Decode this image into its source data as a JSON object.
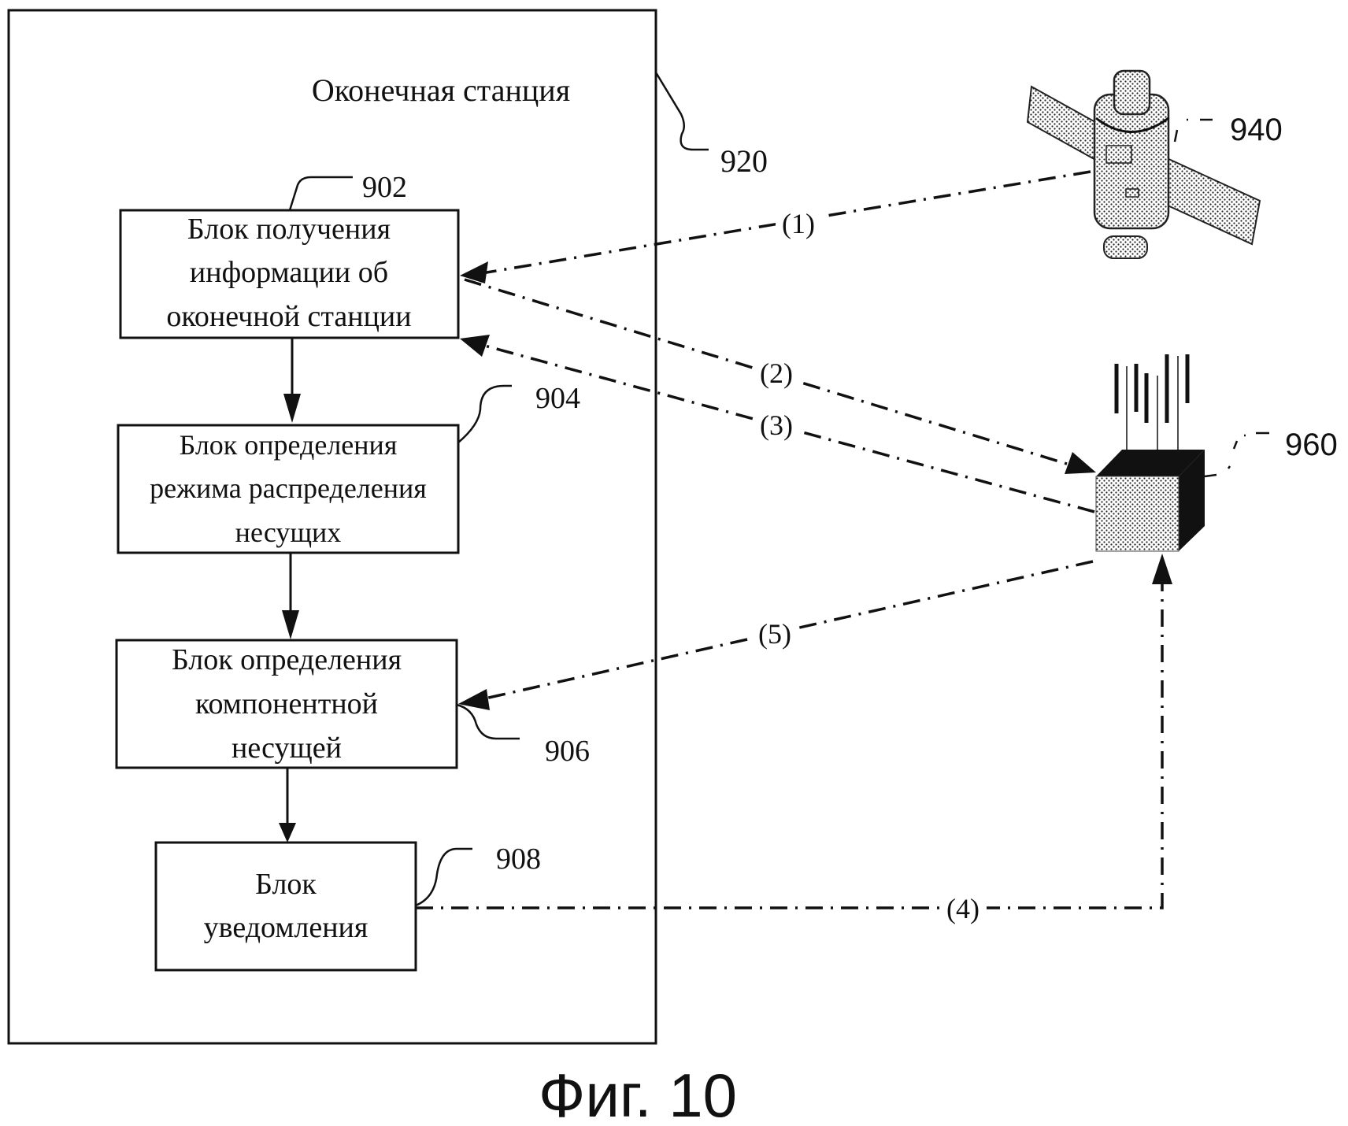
{
  "figure": {
    "caption": "Фиг. 10"
  },
  "terminal": {
    "title": "Оконечная станция",
    "ref": "920"
  },
  "blocks": [
    {
      "ref": "902",
      "lines": [
        "Блок получения",
        "информации об",
        "оконечной станции"
      ]
    },
    {
      "ref": "904",
      "lines": [
        "Блок определения",
        "режима распределения",
        "несущих"
      ]
    },
    {
      "ref": "906",
      "lines": [
        "Блок определения",
        "компонентной",
        "несущей"
      ]
    },
    {
      "ref": "908",
      "lines": [
        "Блок",
        "уведомления"
      ]
    }
  ],
  "satellite": {
    "ref": "940",
    "icon": "satellite-icon"
  },
  "base_station": {
    "ref": "960",
    "icon": "base-station-icon"
  },
  "signals": [
    {
      "label": "(1)",
      "from": "satellite",
      "to": "block-902"
    },
    {
      "label": "(2)",
      "from": "block-902",
      "to": "base-station"
    },
    {
      "label": "(3)",
      "from": "base-station",
      "to": "block-902"
    },
    {
      "label": "(4)",
      "from": "block-908",
      "to": "base-station"
    },
    {
      "label": "(5)",
      "from": "base-station",
      "to": "block-906"
    }
  ]
}
